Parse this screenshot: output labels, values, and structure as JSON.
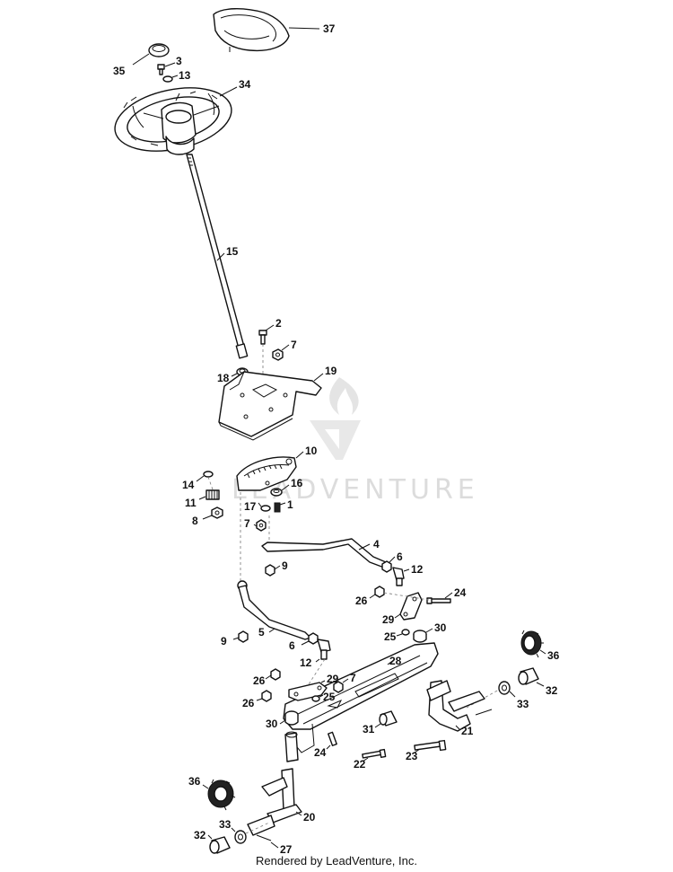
{
  "watermark": {
    "text": "LEADVENTURE"
  },
  "footer": {
    "text": "Rendered by LeadVenture, Inc."
  },
  "callouts": {
    "c37": "37",
    "c35": "35",
    "c3": "3",
    "c13": "13",
    "c34": "34",
    "c15": "15",
    "c2": "2",
    "c7a": "7",
    "c18": "18",
    "c19": "19",
    "c10": "10",
    "c14": "14",
    "c16": "16",
    "c11": "11",
    "c17": "17",
    "c1": "1",
    "c8": "8",
    "c7b": "7",
    "c4": "4",
    "c6a": "6",
    "c9a": "9",
    "c12a": "12",
    "c26a": "26",
    "c24a": "24",
    "c29a": "29",
    "c30a": "30",
    "c25a": "25",
    "c9b": "9",
    "c5": "5",
    "c6b": "6",
    "c12b": "12",
    "c28": "28",
    "c36a": "36",
    "c26b": "26",
    "c29b": "29",
    "c7c": "7",
    "c25b": "25",
    "c26c": "26",
    "c32a": "32",
    "c33a": "33",
    "c30b": "30",
    "c31": "31",
    "c21": "21",
    "c24b": "24",
    "c22": "22",
    "c23": "23",
    "c36b": "36",
    "c20": "20",
    "c32b": "32",
    "c33b": "33",
    "c27": "27"
  }
}
